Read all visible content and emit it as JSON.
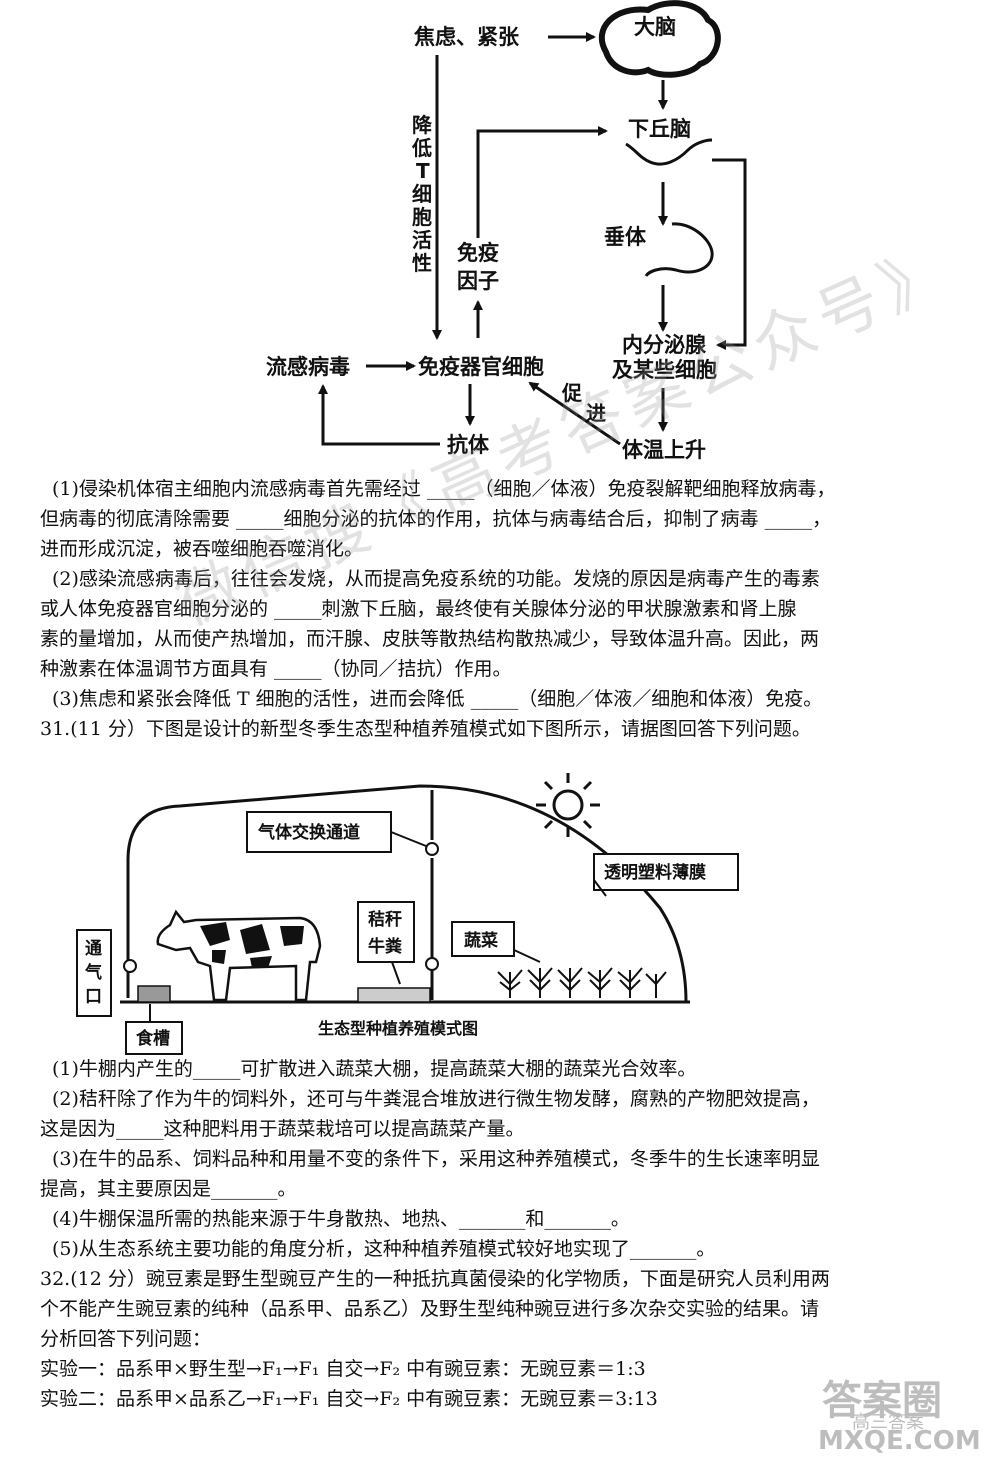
{
  "diagram1": {
    "anxiety": "焦虑、紧张",
    "brain": "大脑",
    "hypothalamus": "下丘脑",
    "pituitary": "垂体",
    "endocrine_line1": "内分泌腺",
    "endocrine_line2": "及某些细胞",
    "temperature": "体温上升",
    "virus": "流感病毒",
    "immune_organ": "免疫器官细胞",
    "antibody": "抗体",
    "immune_factor_1": "免疫",
    "immune_factor_2": "因子",
    "reduce_t": [
      "降",
      "低",
      "T",
      "细",
      "胞",
      "活",
      "性"
    ],
    "promote": [
      "促",
      "进"
    ]
  },
  "diagram2": {
    "gas_channel": "气体交换通道",
    "film": "透明塑料薄膜",
    "straw_1": "秸秆",
    "straw_2": "牛粪",
    "vegetable": "蔬菜",
    "vent": [
      "通",
      "气",
      "口"
    ],
    "trough": "食槽",
    "caption": "生态型种植养殖模式图"
  },
  "q30_lines": [
    "(1)侵染机体宿主细胞内流感病毒首先需经过 _____（细胞／体液）免疫裂解靶细胞释放病毒，",
    "但病毒的彻底清除需要 _____细胞分泌的抗体的作用，抗体与病毒结合后，抑制了病毒 _____，",
    "进而形成沉淀，被吞噬细胞吞噬消化。",
    "(2)感染流感病毒后，往往会发烧，从而提高免疫系统的功能。发烧的原因是病毒产生的毒素",
    "或人体免疫器官细胞分泌的 _____刺激下丘脑，最终使有关腺体分泌的甲状腺激素和肾上腺",
    "素的量增加，从而使产热增加，而汗腺、皮肤等散热结构散热减少，导致体温升高。因此，两",
    "种激素在体温调节方面具有 _____（协同／拮抗）作用。",
    "(3)焦虑和紧张会降低 T 细胞的活性，进而会降低 _____（细胞／体液／细胞和体液）免疫。",
    "31.(11 分）下图是设计的新型冬季生态型种植养殖模式如下图所示，请据图回答下列问题。"
  ],
  "q31_lines": [
    "(1)牛棚内产生的_____可扩散进入蔬菜大棚，提高蔬菜大棚的蔬菜光合效率。",
    "(2)秸秆除了作为牛的饲料外，还可与牛粪混合堆放进行微生物发酵，腐熟的产物肥效提高，",
    "这是因为_____这种肥料用于蔬菜栽培可以提高蔬菜产量。",
    "(3)在牛的品系、饲料品种和用量不变的条件下，采用这种养殖模式，冬季牛的生长速率明显",
    "提高，其主要原因是_______。",
    "(4)牛棚保温所需的热能来源于牛身散热、地热、_______和_______。",
    "(5)从生态系统主要功能的角度分析，这种种植养殖模式较好地实现了_______。",
    "32.(12 分）豌豆素是野生型豌豆产生的一种抵抗真菌侵染的化学物质，下面是研究人员利用两",
    "个不能产生豌豆素的纯种（品系甲、品系乙）及野生型纯种豌豆进行多次杂交实验的结果。请",
    "分析回答下列问题：",
    "实验一：品系甲×野生型→F₁→F₁ 自交→F₂ 中有豌豆素：无豌豆素＝1:3",
    "实验二：品系甲×品系乙→F₁→F₁ 自交→F₂ 中有豌豆素：无豌豆素＝3:13"
  ],
  "watermark": "微信搜《高考答案公众号》",
  "logo": {
    "top": "答案圈",
    "mid": "高三答案",
    "bottom": "MXQE.COM"
  }
}
